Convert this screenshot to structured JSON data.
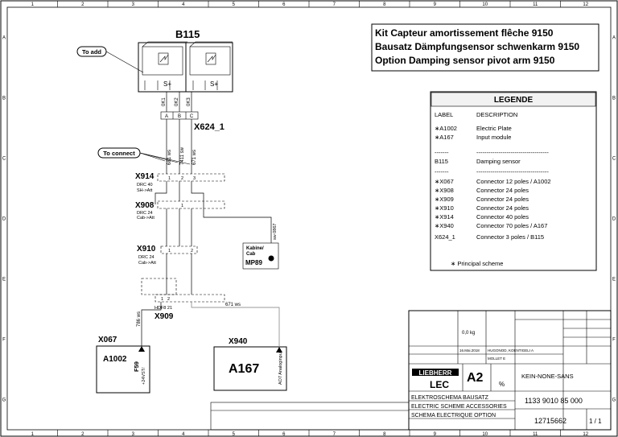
{
  "grid": {
    "columns": [
      "1",
      "2",
      "3",
      "4",
      "5",
      "6",
      "7",
      "8",
      "9",
      "10",
      "11",
      "12"
    ],
    "rows": [
      "A",
      "B",
      "C",
      "D",
      "E",
      "F",
      "G"
    ]
  },
  "title_block_top": {
    "line1": "Kit Capteur amortissement flêche 9150",
    "line2": "Bausatz Dämpfungsensor schwenkarm 9150",
    "line3": "Option Damping sensor pivot arm   9150"
  },
  "legend": {
    "title": "LEGENDE",
    "col_label": "LABEL",
    "col_desc": "DESCRIPTION",
    "rows": [
      {
        "label": "∗A1002",
        "desc": "Electric Plate"
      },
      {
        "label": "∗A167",
        "desc": "Input module"
      },
      {
        "label": "-------",
        "desc": "------------------------------------"
      },
      {
        "label": "B115",
        "desc": "Damping sensor"
      },
      {
        "label": "-------",
        "desc": "------------------------------------"
      },
      {
        "label": "∗X067",
        "desc": "Connector 12 poles / A1002"
      },
      {
        "label": "∗X908",
        "desc": "Connector 24 poles"
      },
      {
        "label": "∗X909",
        "desc": "Connector 24 poles"
      },
      {
        "label": "∗X910",
        "desc": "Connector 24 poles"
      },
      {
        "label": "∗X914",
        "desc": "Connector 40 poles"
      },
      {
        "label": "∗X940",
        "desc": "Connector 70 poles / A167"
      },
      {
        "label": "X624_1",
        "desc": "Connector 3 poles / B115"
      }
    ],
    "note": "∗  Principal scheme"
  },
  "diagram": {
    "sensor_label": "B115",
    "to_add": "To add",
    "to_connect": "To connect",
    "x624": "X624_1",
    "x624_pins": [
      "A",
      "B",
      "C"
    ],
    "wire_marks": [
      "0K1",
      "0K2",
      "0K3"
    ],
    "wires": [
      "681 ws",
      "7411 sw",
      "671 ws"
    ],
    "x914": {
      "name": "X914",
      "sub1": "DRC 40",
      "sub2": "SH->Att",
      "pins": [
        "1",
        "2",
        "3"
      ]
    },
    "x908": {
      "name": "X908",
      "sub1": "DRC 24",
      "sub2": "Cab->Att",
      "pins": [
        "1"
      ]
    },
    "x910": {
      "name": "X910",
      "sub1": "DRC 24",
      "sub2": "Cab->Att",
      "pins": [
        "1",
        "2"
      ]
    },
    "x909": {
      "name": "X909",
      "sub1": "HDF8 21",
      "pins": [
        "1",
        "2"
      ]
    },
    "x067": {
      "name": "X067"
    },
    "a1002": {
      "name": "A1002",
      "pin": "F59",
      "pin_text": "+24VST/"
    },
    "x940": {
      "name": "X940"
    },
    "a167": {
      "name": "A167",
      "pin_text": "AO7 Analoginput"
    },
    "mp89": {
      "name": "MP89",
      "box1": "Kabine/",
      "box2": "Cab",
      "wire": "sw 0867"
    },
    "wire_786": "786 ws",
    "wire_671b": "671 ws"
  },
  "titleblock": {
    "company": "LIEBHERR",
    "dept": "LEC",
    "format": "A2",
    "scale": "%",
    "material": "KEIN-NONE-SANS",
    "title1": "ELEKTROSCHEMA BAUSATZ",
    "title2": "ELECTRIC SCHEME ACCESSORIES",
    "title3": "SCHEMA ELECTRIQUE OPTION",
    "drawing_no": "1133 9010 85 000",
    "ident_no": "12715662",
    "sheet": "1 / 1",
    "weight": "0,0 kg",
    "date": "16.Mai.2018",
    "author": "HUGONOD, KOENTIGELI A",
    "checked": "MOLLET E"
  }
}
